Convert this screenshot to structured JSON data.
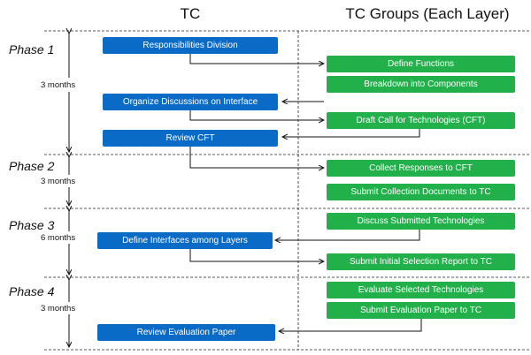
{
  "headers": {
    "tc": "TC",
    "groups": "TC Groups (Each Layer)"
  },
  "phases": [
    {
      "label": "Phase 1",
      "duration": "3 months"
    },
    {
      "label": "Phase 2",
      "duration": "3 months"
    },
    {
      "label": "Phase 3",
      "duration": "6 months"
    },
    {
      "label": "Phase 4",
      "duration": "3 months"
    }
  ],
  "tc_steps": {
    "responsibilities": "Responsibilities Division",
    "organize": "Organize Discussions on Interface",
    "review_cft": "Review CFT",
    "define_interfaces": "Define Interfaces among Layers",
    "review_eval": "Review Evaluation Paper"
  },
  "group_steps": {
    "define_functions": "Define Functions",
    "breakdown": "Breakdown into Components",
    "draft_cft": "Draft Call for Technologies (CFT)",
    "collect": "Collect Responses to CFT",
    "submit_collection": "Submit Collection Documents to TC",
    "discuss": "Discuss Submitted Technologies",
    "submit_initial": "Submit Initial Selection Report to TC",
    "evaluate": "Evaluate Selected Technologies",
    "submit_eval": "Submit Evaluation Paper to TC"
  },
  "colors": {
    "tc_box": "#0a6bc6",
    "group_box": "#22b04b"
  }
}
